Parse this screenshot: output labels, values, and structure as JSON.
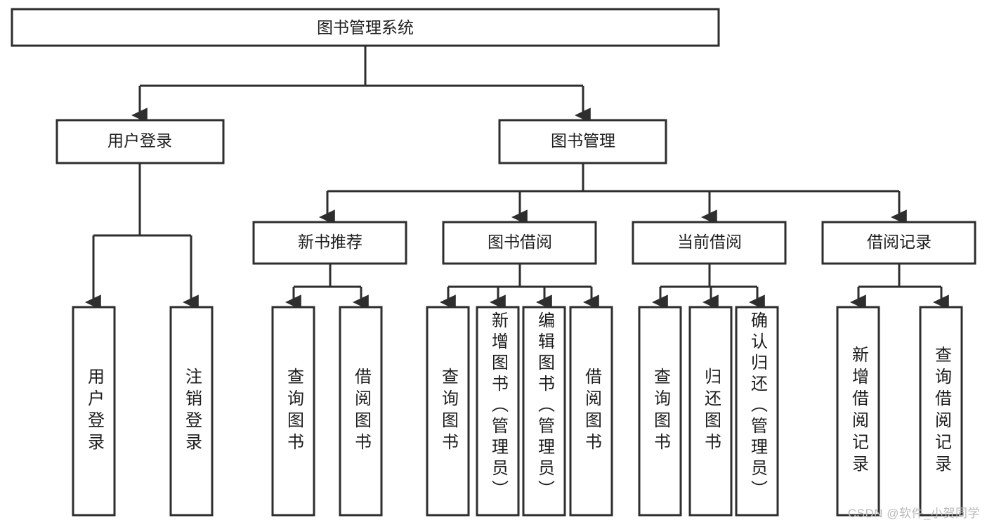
{
  "diagram": {
    "title": "图书管理系统",
    "type": "tree",
    "orientation": "top-down",
    "colors": {
      "node_fill": "#ffffff",
      "node_stroke": "#2e2e2e",
      "text": "#1d1d1d",
      "edge": "#2e2e2e",
      "watermark": "#b9b9b9",
      "background": "#ffffff"
    },
    "root": {
      "label": "图书管理系统"
    },
    "level2": [
      {
        "label": "用户登录"
      },
      {
        "label": "图书管理"
      }
    ],
    "level3": [
      {
        "label": "新书推荐"
      },
      {
        "label": "图书借阅"
      },
      {
        "label": "当前借阅"
      },
      {
        "label": "借阅记录"
      }
    ],
    "leaves": {
      "user_login": [
        {
          "label": "用户登录"
        },
        {
          "label": "注销登录"
        }
      ],
      "new_book_recommend": [
        {
          "label": "查询图书"
        },
        {
          "label": "借阅图书"
        }
      ],
      "book_borrow": [
        {
          "label": "查询图书"
        },
        {
          "label": "新增图书（管理员）"
        },
        {
          "label": "编辑图书（管理员）"
        },
        {
          "label": "借阅图书"
        }
      ],
      "current_borrow": [
        {
          "label": "查询图书"
        },
        {
          "label": "归还图书"
        },
        {
          "label": "确认归还（管理员）"
        }
      ],
      "borrow_record": [
        {
          "label": "新增借阅记录"
        },
        {
          "label": "查询借阅记录"
        }
      ]
    }
  },
  "watermark": {
    "text": "CSDN @软件_小贺同学"
  }
}
